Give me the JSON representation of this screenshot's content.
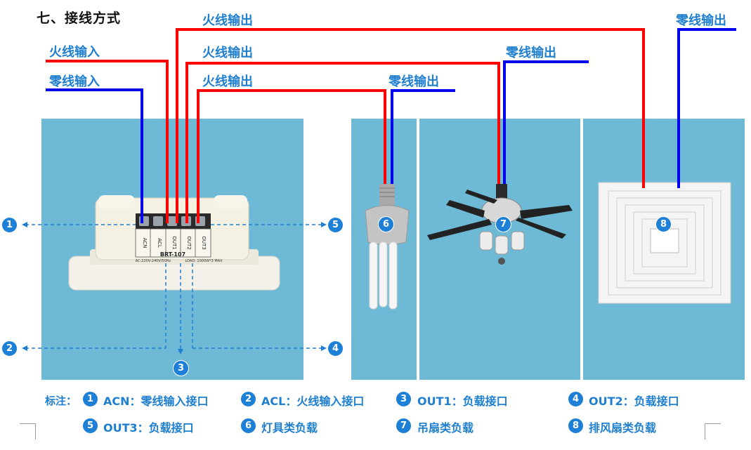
{
  "title": "七、接线方式",
  "wire_labels": {
    "live_in": "火线输入",
    "neutral_in": "零线输入",
    "live_out_top": "火线输出",
    "live_out_mid": "火线输出",
    "live_out_low": "火线输出",
    "neutral_out_lamp": "零线输出",
    "neutral_out_fan": "零线输出",
    "neutral_out_exhaust": "零线输出"
  },
  "device": {
    "model": "BRT-107",
    "terminals": [
      "ACN",
      "ACL",
      "OUT1",
      "OUT2",
      "OUT3"
    ],
    "rating_left": "AC:220V-240V/50Hz",
    "rating_right": "LOAD: 1000W*3 MAX"
  },
  "markers": [
    "1",
    "2",
    "3",
    "4",
    "5",
    "6",
    "7",
    "8"
  ],
  "legend": {
    "prefix": "标注：",
    "items": [
      {
        "num": "1",
        "text": "ACN：零线输入接口"
      },
      {
        "num": "2",
        "text": "ACL：火线输入接口"
      },
      {
        "num": "3",
        "text": "OUT1：负载接口"
      },
      {
        "num": "4",
        "text": "OUT2：负载接口"
      },
      {
        "num": "5",
        "text": "OUT3：负载接口"
      },
      {
        "num": "6",
        "text": "灯具类负载"
      },
      {
        "num": "7",
        "text": "吊扇类负载"
      },
      {
        "num": "8",
        "text": "排风扇类负载"
      }
    ]
  },
  "colors": {
    "live": "#ff0000",
    "neutral": "#0000ee",
    "accent": "#1f7fcf",
    "panel": "#6ebad6"
  }
}
